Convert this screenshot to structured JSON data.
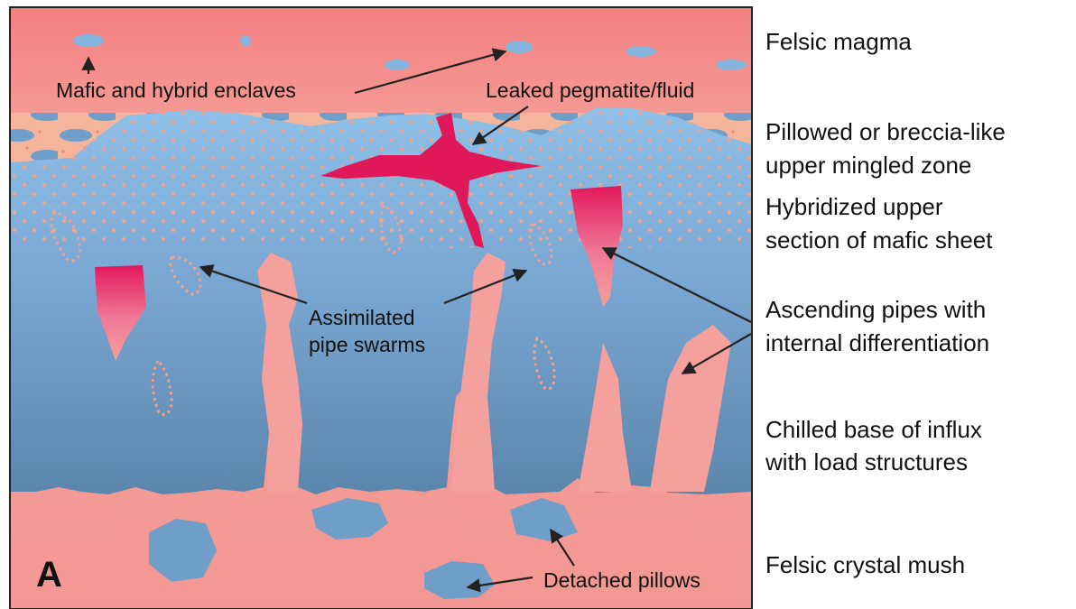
{
  "panel_letter": "A",
  "annotations": {
    "enclaves": "Mafic and hybrid enclaves",
    "pegmatite": "Leaked pegmatite/fluid",
    "assimilated_1": "Assimilated",
    "assimilated_2": "pipe swarms",
    "detached": "Detached pillows"
  },
  "legend": {
    "felsic_magma": "Felsic magma",
    "pillowed_1": "Pillowed or breccia-like",
    "pillowed_2": "upper mingled zone",
    "hybrid_1": "Hybridized upper",
    "hybrid_2": "section of mafic sheet",
    "pipes_1": "Ascending pipes with",
    "pipes_2": "internal differentiation",
    "chilled_1": "Chilled base of influx",
    "chilled_2": "with load structures",
    "mush": "Felsic crystal mush"
  },
  "colors": {
    "felsic": "#f48c8a",
    "felsic_mush": "#f4a09c",
    "mafic": "#6f9fc8",
    "mafic_light": "#8fbbe0",
    "pegmatite": "#e0185a"
  }
}
